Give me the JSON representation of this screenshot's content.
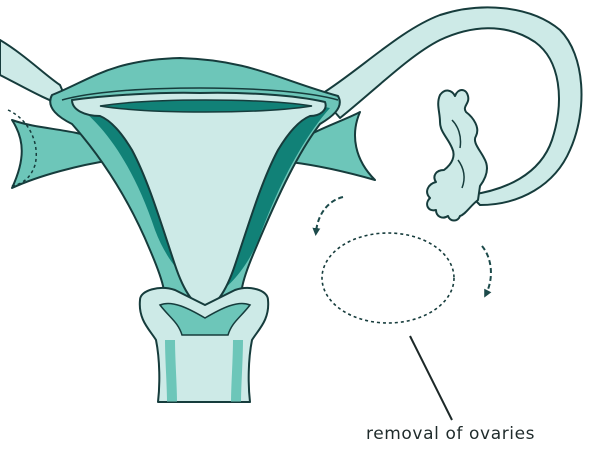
{
  "caption": "removal of ovaries",
  "colors": {
    "outline": "#163c3c",
    "tissue_light": "#cdeae7",
    "tissue_mid": "#6dc6b9",
    "tissue_dark": "#118177",
    "arrow": "#1c4a4a"
  },
  "icons": [
    "uterus-illustration",
    "fallopian-tube",
    "fimbriae",
    "removed-ovary-outline",
    "curved-arrow-icon",
    "pointer-line"
  ]
}
